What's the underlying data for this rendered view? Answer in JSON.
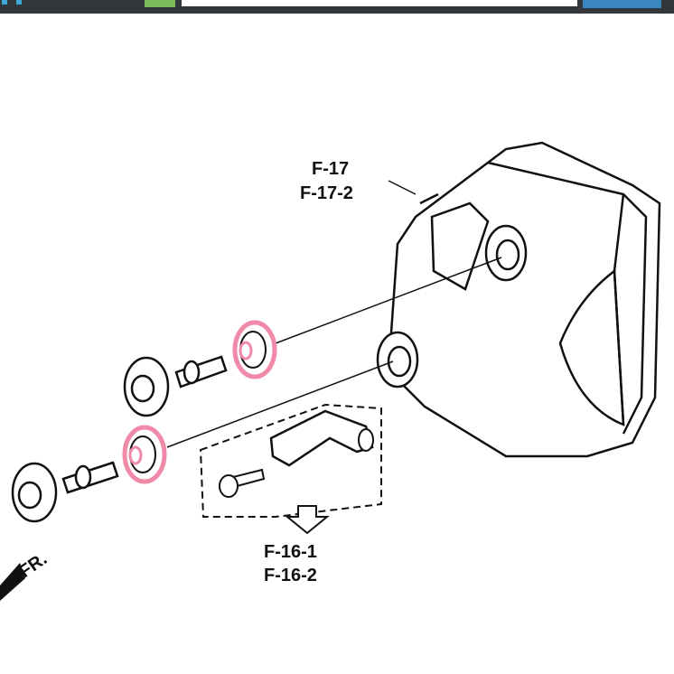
{
  "diagram": {
    "labels": {
      "ref_top_1": "F-17",
      "ref_top_2": "F-17-2",
      "ref_bottom_1": "F-16-1",
      "ref_bottom_2": "F-16-2",
      "front_marker": "FR."
    },
    "highlight_color": "#f08aa8"
  }
}
